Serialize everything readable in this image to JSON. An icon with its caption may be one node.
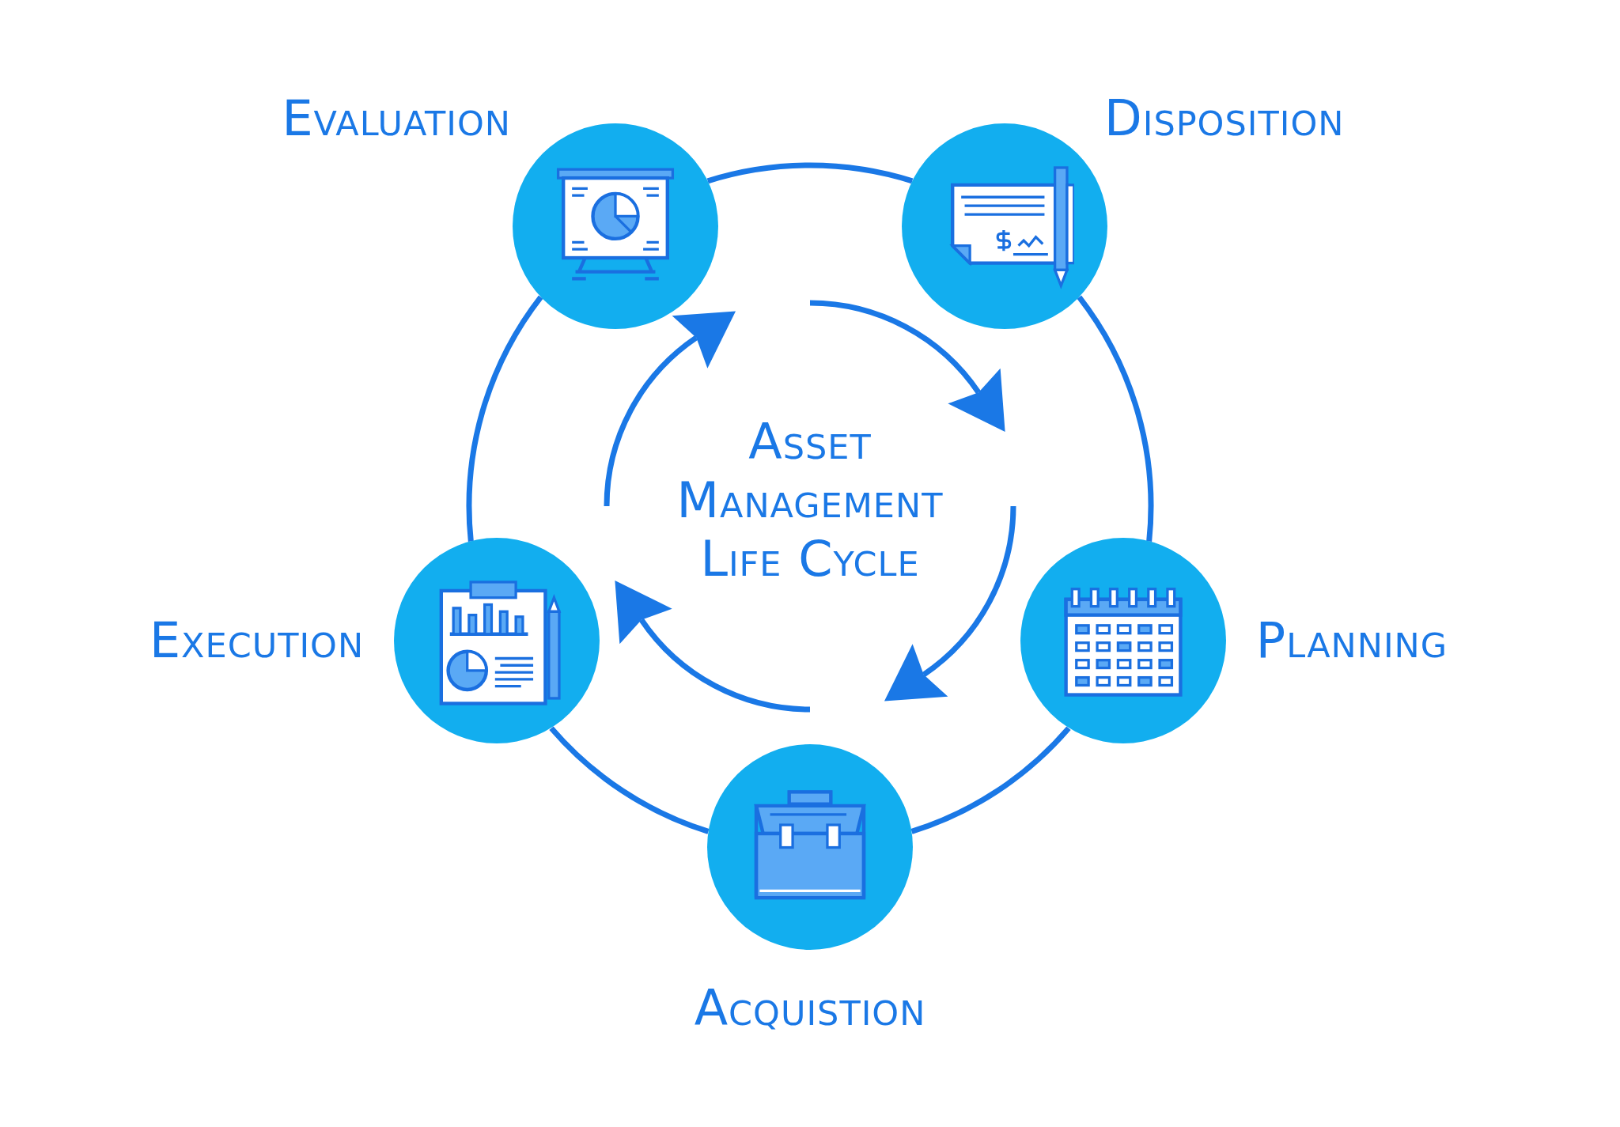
{
  "diagram": {
    "title": "Asset Management Life Cycle",
    "nodes": [
      {
        "text": [
          "Evaluation"
        ]
      },
      {
        "text": [
          "Disposition"
        ]
      },
      {
        "text": [
          "Planning"
        ]
      },
      {
        "text": [
          "Acquistion"
        ]
      },
      {
        "text": [
          "Execution"
        ]
      }
    ],
    "edges": [
      {
        "from": 0,
        "to": 1,
        "arrow": "none"
      },
      {
        "from": 1,
        "to": 2,
        "arrow": "none"
      },
      {
        "from": 2,
        "to": 3,
        "arrow": "none"
      },
      {
        "from": 3,
        "to": 4,
        "arrow": "none"
      },
      {
        "from": 4,
        "to": 0,
        "arrow": "none"
      }
    ]
  }
}
